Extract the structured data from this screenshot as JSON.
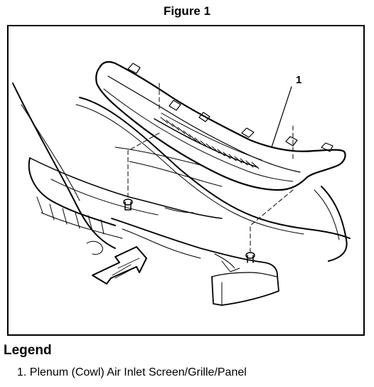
{
  "figure": {
    "title": "Figure 1",
    "callouts": [
      {
        "number": "1"
      }
    ]
  },
  "legend": {
    "heading": "Legend",
    "items": [
      {
        "number": "1.",
        "label": "Plenum (Cowl) Air Inlet Screen/Grille/Panel"
      }
    ]
  }
}
